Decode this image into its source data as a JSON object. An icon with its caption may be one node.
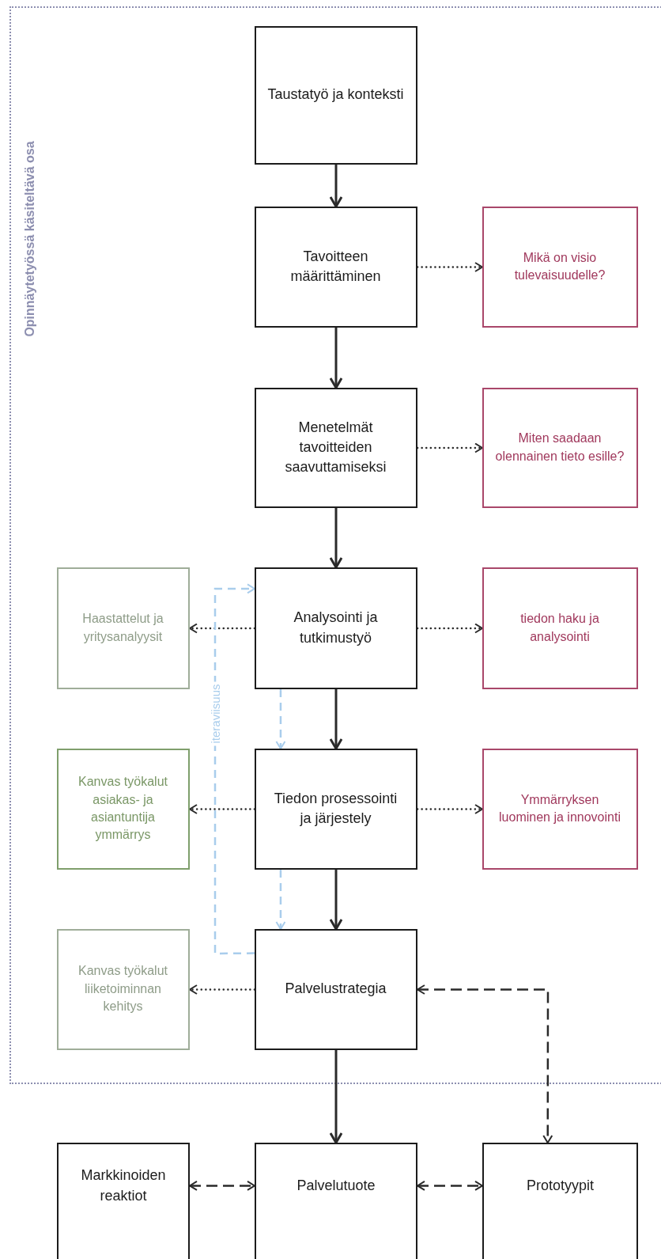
{
  "diagram": {
    "nodes": [
      {
        "text": [
          "Opinnäytetyössä käsiteltävä osa"
        ]
      },
      {
        "text": [
          "Taustatyö ja konteksti"
        ],
        "in": 0
      },
      {
        "text": [
          "Tavoitteen määrittäminen"
        ],
        "in": 0
      },
      {
        "text": [
          "Mikä on visio tulevaisuudelle?"
        ],
        "in": 0
      },
      {
        "text": [
          "Menetelmät tavoitteiden saavuttamiseksi"
        ],
        "in": 0
      },
      {
        "text": [
          "Miten saadaan olennainen tieto esille?"
        ],
        "in": 0
      },
      {
        "text": [
          "Haastattelut ja yritysanalyysit"
        ],
        "in": 0
      },
      {
        "text": [
          "Analysointi ja tutkimustyö"
        ],
        "in": 0
      },
      {
        "text": [
          "tiedon haku ja analysointi"
        ],
        "in": 0
      },
      {
        "text": [
          "Kanvas työkalut asiakas- ja asiantuntija ymmärrys"
        ],
        "in": 0
      },
      {
        "text": [
          "Tiedon prosessointi ja järjestely"
        ],
        "in": 0
      },
      {
        "text": [
          "Ymmärryksen luominen ja innovointi"
        ],
        "in": 0
      },
      {
        "text": [
          "Kanvas työkalut liiketoiminnan kehitys"
        ],
        "in": 0
      },
      {
        "text": [
          "Palvelustrategia"
        ],
        "in": 0
      },
      {
        "text": [
          "Markkinoiden reaktiot"
        ]
      },
      {
        "text": [
          "Palvelutuote"
        ]
      },
      {
        "text": [
          "Prototyypit"
        ]
      }
    ],
    "edges": [
      {
        "from": 1,
        "to": 2,
        "arrow": "to"
      },
      {
        "from": 2,
        "to": 4,
        "arrow": "to"
      },
      {
        "from": 2,
        "to": 3,
        "arrow": "to",
        "style": "dashed"
      },
      {
        "from": 4,
        "to": 7,
        "arrow": "to"
      },
      {
        "from": 4,
        "to": 5,
        "arrow": "to",
        "style": "dashed"
      },
      {
        "from": 7,
        "to": 6,
        "arrow": "to",
        "style": "dashed"
      },
      {
        "from": 7,
        "to": 8,
        "arrow": "to",
        "style": "dashed"
      },
      {
        "from": 7,
        "to": 10,
        "arrow": "to"
      },
      {
        "from": 10,
        "to": 9,
        "arrow": "to",
        "style": "dashed"
      },
      {
        "from": 10,
        "to": 11,
        "arrow": "to",
        "style": "dashed"
      },
      {
        "from": 10,
        "to": 13,
        "arrow": "to"
      },
      {
        "from": 13,
        "to": 12,
        "arrow": "to",
        "style": "dashed"
      },
      {
        "from": 13,
        "to": 7,
        "arrow": "to",
        "style": "dashed",
        "color": "#a9cdec",
        "label": "iteraviisuus"
      },
      {
        "from": 7,
        "to": 10,
        "arrow": "to",
        "style": "dashed",
        "color": "#a9cdec"
      },
      {
        "from": 10,
        "to": 13,
        "arrow": "to",
        "style": "dashed",
        "color": "#a9cdec"
      },
      {
        "from": 13,
        "to": 15,
        "arrow": "to"
      },
      {
        "from": 13,
        "to": 16,
        "arrow": "both",
        "style": "dashed"
      },
      {
        "from": 14,
        "to": 15,
        "arrow": "both",
        "style": "dashed"
      },
      {
        "from": 15,
        "to": 16,
        "arrow": "both",
        "style": "dashed"
      }
    ]
  }
}
